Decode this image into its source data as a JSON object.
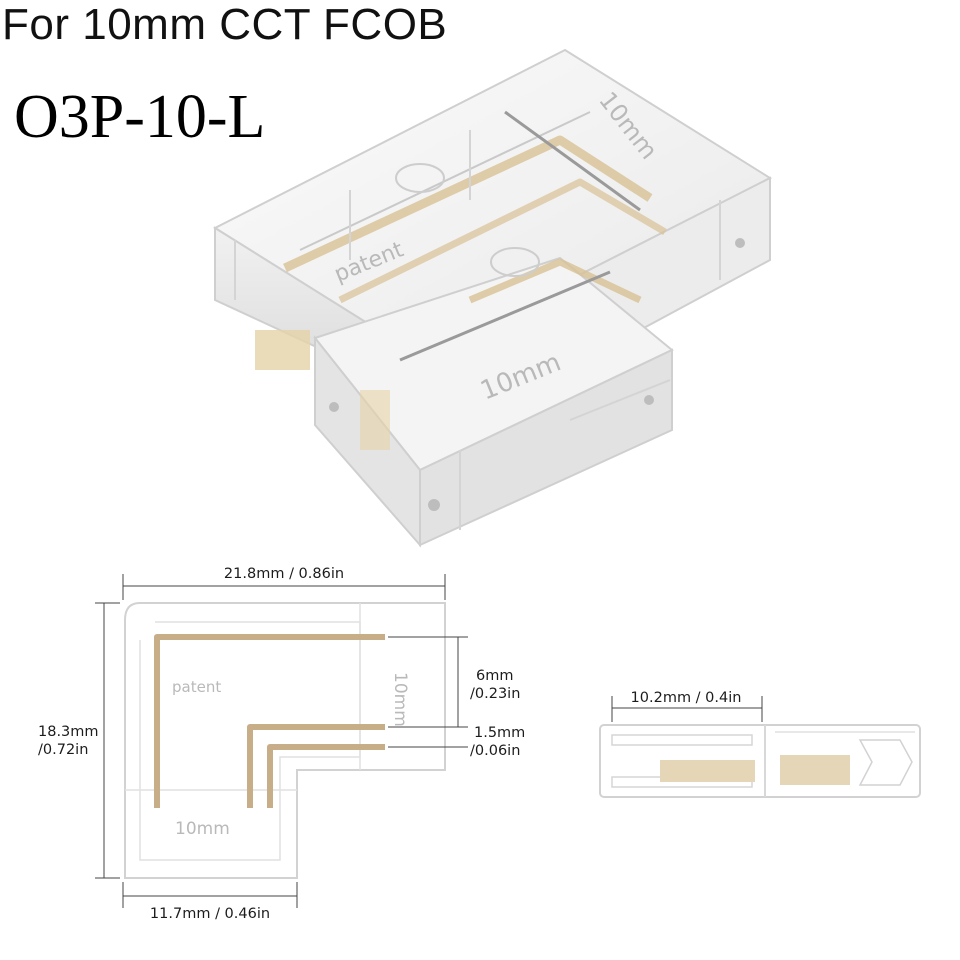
{
  "header": {
    "title": "For 10mm CCT FCOB",
    "model": "O3P-10-L"
  },
  "product": {
    "embossed_text_patent": "patent",
    "embossed_text_width": "10mm"
  },
  "dimensions": {
    "top_width": "21.8mm / 0.86in",
    "height_mm": "18.3mm",
    "height_in": "/0.72in",
    "gap_mm": "6mm",
    "gap_in": "/0.23in",
    "pitch_mm": "1.5mm",
    "pitch_in": "/0.06in",
    "bottom_width": "11.7mm / 0.46in",
    "side_width": "10.2mm / 0.4in"
  },
  "colors": {
    "pin_gold": "#c8ae88",
    "outline": "#cfcfcf",
    "dimension_line": "#444444"
  }
}
